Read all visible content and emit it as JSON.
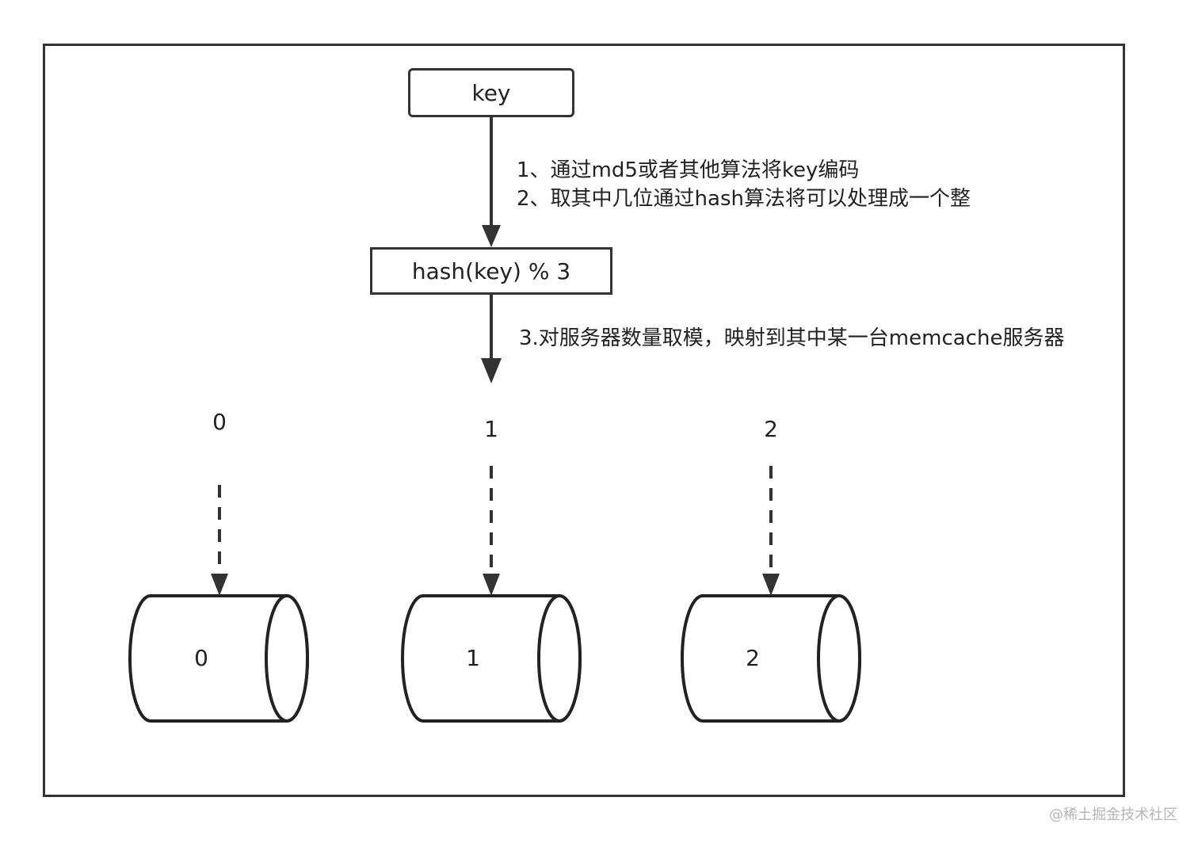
{
  "diagram": {
    "key_box": "key",
    "hash_box": "hash(key) % 3",
    "steps": {
      "step1": "1、通过md5或者其他算法将key编码",
      "step2": "2、取其中几位通过hash算法将可以处理成一个整",
      "step3": "3.对服务器数量取模，映射到其中某一台memcache服务器"
    },
    "servers": [
      {
        "index_label": "0",
        "cylinder_label": "0"
      },
      {
        "index_label": "1",
        "cylinder_label": "1"
      },
      {
        "index_label": "2",
        "cylinder_label": "2"
      }
    ]
  },
  "watermark": "@稀土掘金技术社区"
}
